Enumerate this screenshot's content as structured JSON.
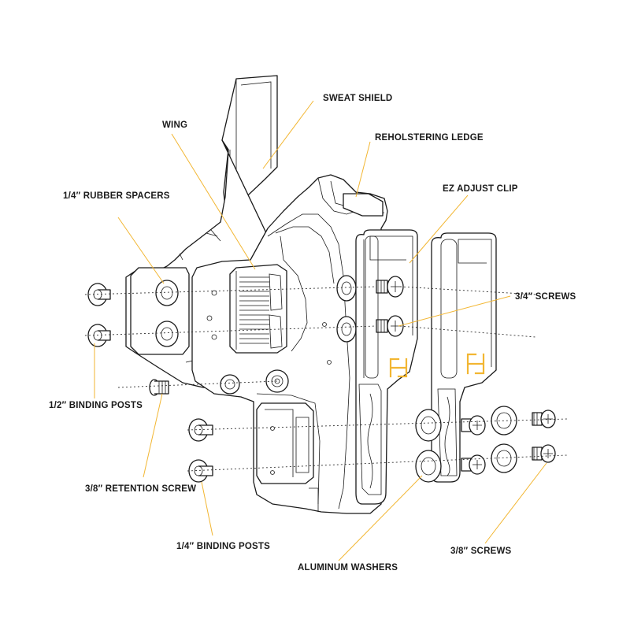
{
  "theme": {
    "line_color": "#1a1a1a",
    "leader_color": "#f2b632",
    "logo_color": "#f2b632",
    "background": "#ffffff"
  },
  "labels": {
    "sweat_shield": "SWEAT SHIELD",
    "wing": "WING",
    "reholstering_ledge": "REHOLSTERING LEDGE",
    "rubber_spacers": "1/4″ RUBBER SPACERS",
    "ez_adjust_clip": "EZ ADJUST CLIP",
    "three_quarter_screws": "3/4″ SCREWS",
    "half_binding_posts": "1/2″ BINDING POSTS",
    "retention_screw": "3/8″ RETENTION SCREW",
    "quarter_binding_posts": "1/4″ BINDING POSTS",
    "aluminum_washers": "ALUMINUM WASHERS",
    "three_eighth_screws": "3/8″ SCREWS"
  }
}
